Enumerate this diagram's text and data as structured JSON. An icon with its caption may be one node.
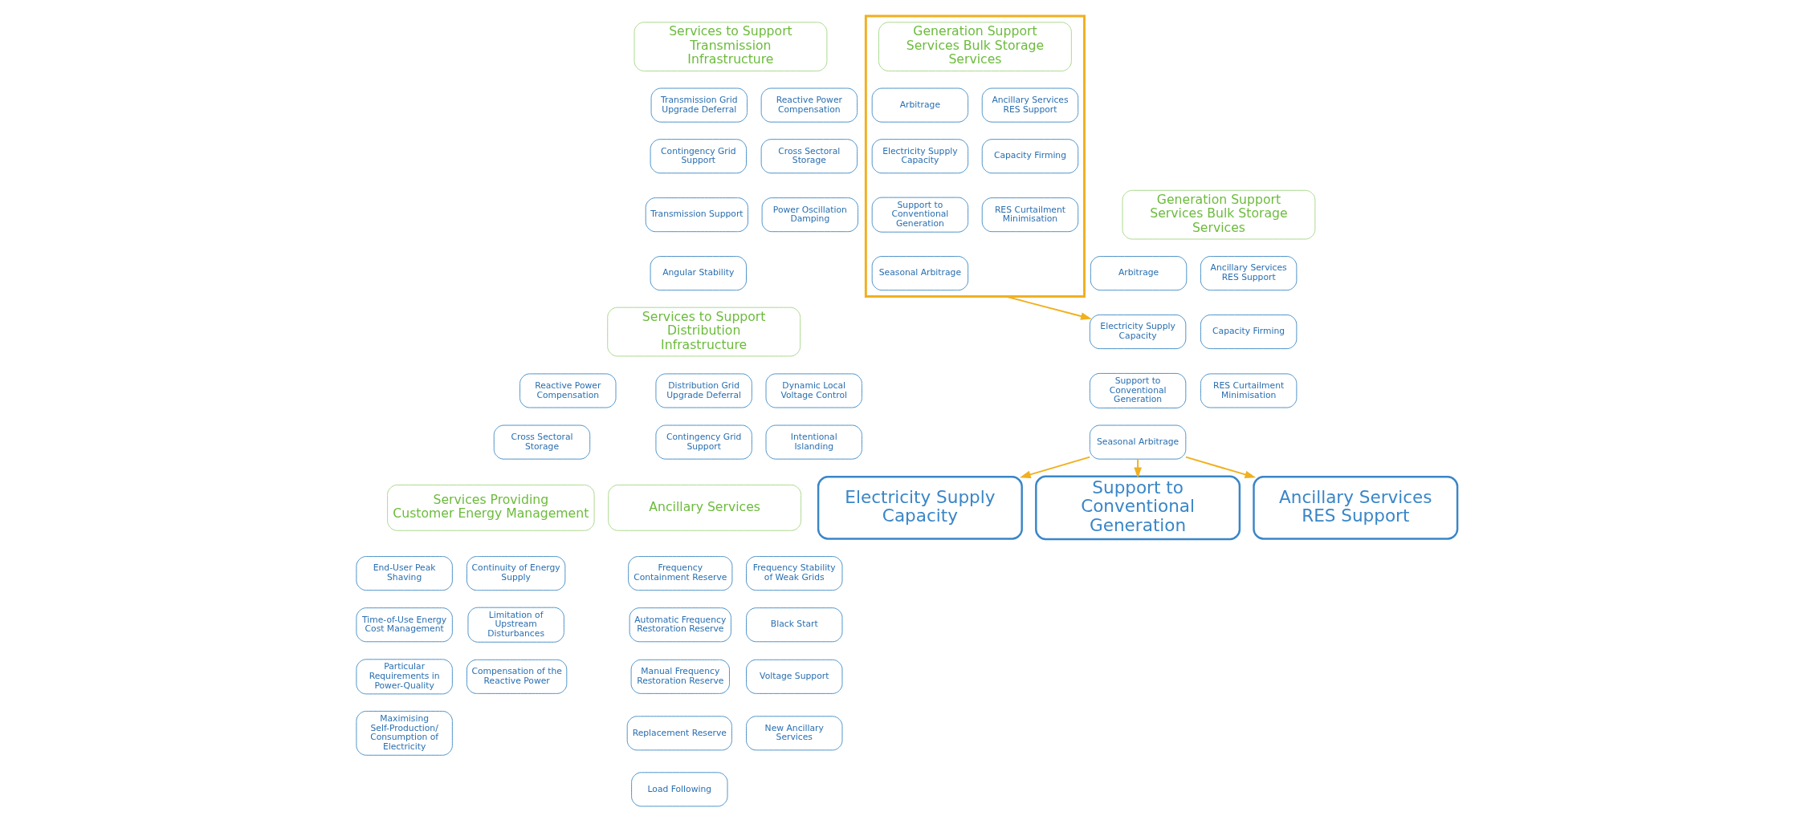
{
  "diagram": {
    "nodes": [
      {
        "text": [],
        "shape": "box"
      },
      {
        "text": [
          "Generation Support Services Bulk Storage Services"
        ],
        "in": 0
      },
      {
        "text": [
          "Arbitrage"
        ],
        "in": 0
      },
      {
        "text": [
          "Ancillary Services RES Support"
        ],
        "in": 0
      },
      {
        "text": [
          "Electricity Supply Capacity"
        ],
        "in": 0
      },
      {
        "text": [
          "Capacity Firming"
        ],
        "in": 0
      },
      {
        "text": [
          "Support to Conventional Generation"
        ],
        "in": 0
      },
      {
        "text": [
          "RES Curtailment Minimisation"
        ],
        "in": 0
      },
      {
        "text": [
          "Seasonal Arbitrage"
        ],
        "in": 0
      },
      {
        "text": [
          "Services to Support Transmission Infrastructure"
        ]
      },
      {
        "text": [
          "Transmission Grid Upgrade Deferral"
        ]
      },
      {
        "text": [
          "Reactive Power Compensation"
        ]
      },
      {
        "text": [
          "Contingency Grid Support"
        ]
      },
      {
        "text": [
          "Cross Sectoral Storage"
        ]
      },
      {
        "text": [
          "Transmission Support"
        ]
      },
      {
        "text": [
          "Power Oscillation Damping"
        ]
      },
      {
        "text": [
          "Angular Stability"
        ]
      },
      {
        "text": [
          "Services to Support Distribution Infrastructure"
        ]
      },
      {
        "text": [
          "Distribution Grid Upgrade Deferral"
        ]
      },
      {
        "text": [
          "Dynamic Local Voltage Control"
        ]
      },
      {
        "text": [
          "Reactive Power Compensation"
        ]
      },
      {
        "text": [
          "Contingency Grid Support"
        ]
      },
      {
        "text": [
          "Intentional Islanding"
        ]
      },
      {
        "text": [
          "Cross Sectoral Storage"
        ]
      },
      {
        "text": [
          "Ancillary Services"
        ]
      },
      {
        "text": [
          "Frequency Containment Reserve"
        ]
      },
      {
        "text": [
          "Frequency Stability of Weak Grids"
        ]
      },
      {
        "text": [
          "Automatic Frequency Restoration Reserve"
        ]
      },
      {
        "text": [
          "Black Start"
        ]
      },
      {
        "text": [
          "Manual Frequency Restoration Reserve"
        ]
      },
      {
        "text": [
          "Voltage Support"
        ]
      },
      {
        "text": [
          "Replacement Reserve"
        ]
      },
      {
        "text": [
          "New Ancillary Services"
        ]
      },
      {
        "text": [
          "Load Following"
        ]
      },
      {
        "text": [
          "Services Providing Customer Energy Management"
        ]
      },
      {
        "text": [
          "End-User Peak Shaving"
        ]
      },
      {
        "text": [
          "Continuity of Energy Supply"
        ]
      },
      {
        "text": [
          "Time-of-Use Energy Cost Management"
        ]
      },
      {
        "text": [
          "Limitation of Upstream Disturbances"
        ]
      },
      {
        "text": [
          "Particular Requirements in Power-Quality"
        ]
      },
      {
        "text": [
          "Compensation of the Reactive Power"
        ]
      },
      {
        "text": [
          "Maximising Self-Production/ Consumption of Electricity"
        ]
      },
      {
        "text": [
          "Generation Support Services Bulk Storage Services"
        ]
      },
      {
        "text": [
          "Arbitrage"
        ]
      },
      {
        "text": [
          "Ancillary Services RES Support"
        ]
      },
      {
        "text": [
          "Electricity Supply Capacity"
        ]
      },
      {
        "text": [
          "Capacity Firming"
        ]
      },
      {
        "text": [
          "Support to Conventional Generation"
        ]
      },
      {
        "text": [
          "RES Curtailment Minimisation"
        ]
      },
      {
        "text": [
          "Seasonal Arbitrage"
        ]
      },
      {
        "text": [
          "Support to Conventional Generation"
        ]
      },
      {
        "text": [
          "Ancillary Services RES Support"
        ]
      },
      {
        "text": [
          "Electricity Supply Capacity"
        ]
      }
    ],
    "edges": [
      {
        "from": 0,
        "to": 45,
        "arrow": "to"
      },
      {
        "from": 49,
        "to": 50,
        "arrow": "to"
      },
      {
        "from": 49,
        "to": 52,
        "arrow": "to"
      },
      {
        "from": 49,
        "to": 51,
        "arrow": "to"
      }
    ]
  }
}
